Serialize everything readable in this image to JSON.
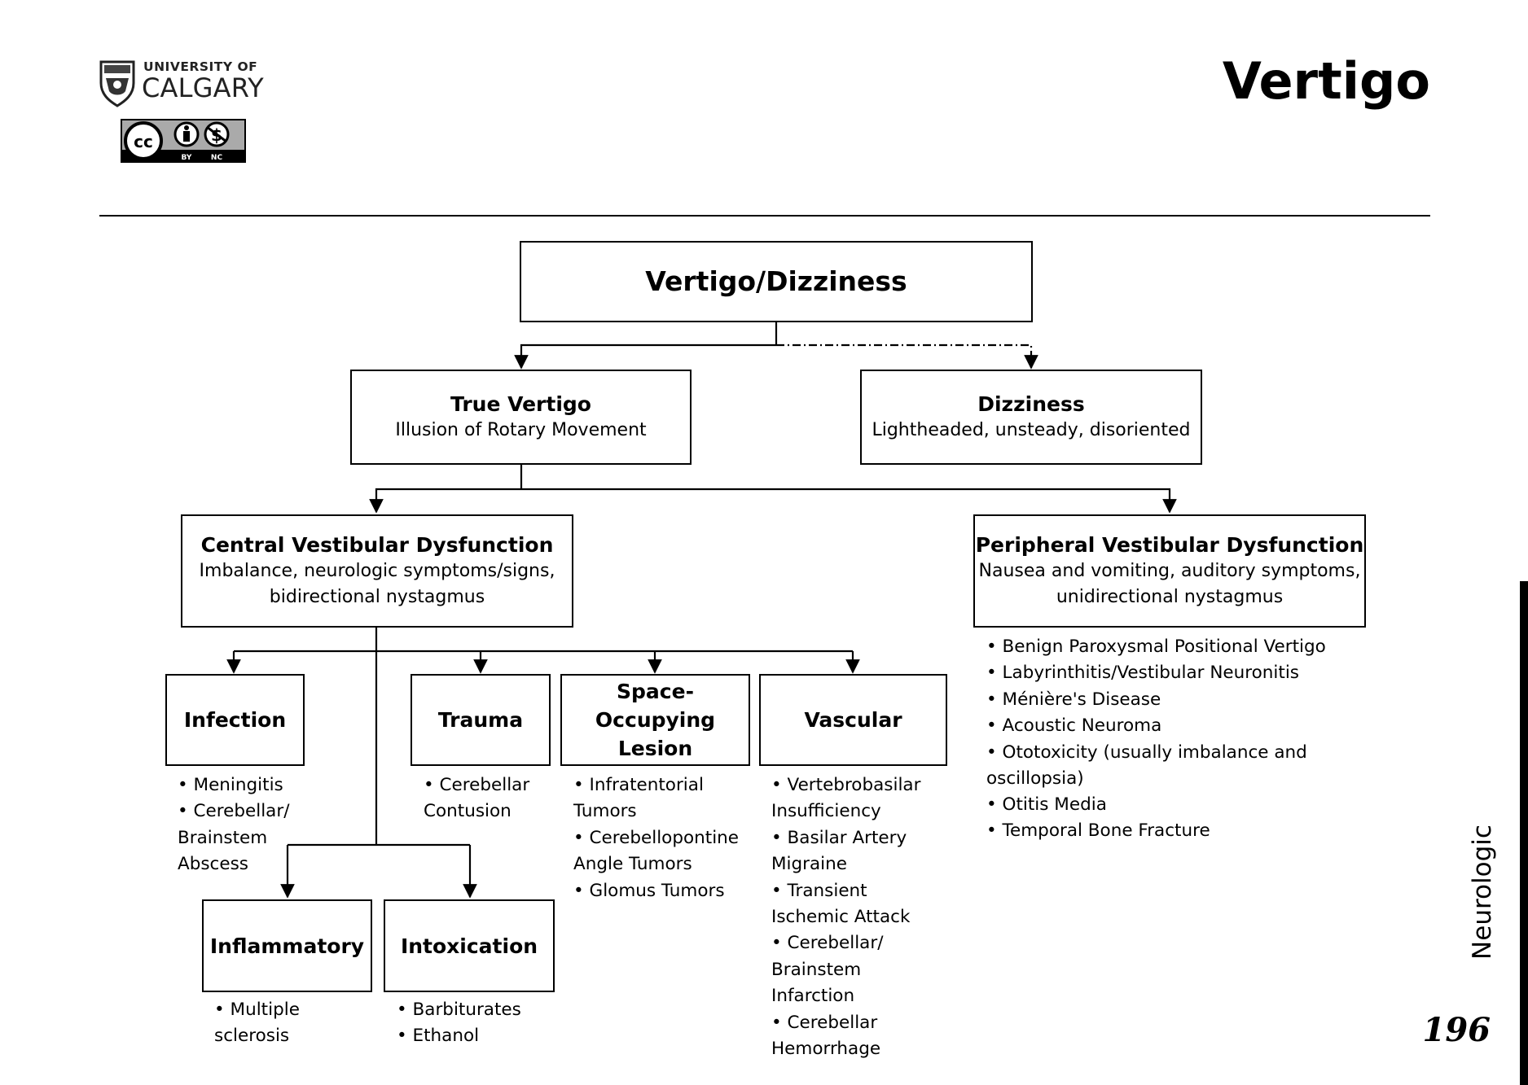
{
  "header": {
    "logo_line1": "UNIVERSITY OF",
    "logo_line2": "CALGARY",
    "license_labels": [
      "BY",
      "NC"
    ],
    "title": "Vertigo"
  },
  "sidebar": {
    "section": "Neurologic",
    "page_number": "196"
  },
  "diagram": {
    "root": {
      "title": "Vertigo/Dizziness"
    },
    "true_vertigo": {
      "title": "True Vertigo",
      "subtitle": "Illusion of Rotary Movement"
    },
    "dizziness": {
      "title": "Dizziness",
      "subtitle": "Lightheaded, unsteady, disoriented"
    },
    "central": {
      "title": "Central Vestibular Dysfunction",
      "line1": "Imbalance, neurologic symptoms/signs,",
      "line2": "bidirectional nystagmus"
    },
    "peripheral": {
      "title": "Peripheral Vestibular Dysfunction",
      "line1": "Nausea and vomiting, auditory symptoms,",
      "line2": "unidirectional nystagmus",
      "items": [
        "Benign Paroxysmal Positional Vertigo",
        "Labyrinthitis/Vestibular Neuronitis",
        "Ménière's Disease",
        "Acoustic Neuroma",
        "Ototoxicity (usually imbalance and",
        "oscillopsia)",
        "Otitis Media",
        "Temporal Bone Fracture"
      ]
    },
    "infection": {
      "title": "Infection",
      "items": [
        "Meningitis",
        "Cerebellar/",
        "Brainstem",
        "Abscess"
      ]
    },
    "trauma": {
      "title": "Trauma",
      "items": [
        "Cerebellar",
        "Contusion"
      ]
    },
    "space": {
      "title_lines": [
        "Space-",
        "Occupying",
        "Lesion"
      ],
      "items": [
        "Infratentorial",
        "Tumors",
        "Cerebellopontine",
        "Angle Tumors",
        "Glomus Tumors"
      ]
    },
    "vascular": {
      "title": "Vascular",
      "items": [
        "Vertebrobasilar",
        "Insufficiency",
        "Basilar Artery",
        "Migraine",
        "Transient",
        "Ischemic Attack",
        "Cerebellar/",
        "Brainstem",
        "Infarction",
        "Cerebellar",
        "Hemorrhage"
      ]
    },
    "inflammatory": {
      "title": "Inflammatory",
      "items": [
        "Multiple",
        "sclerosis"
      ]
    },
    "intoxication": {
      "title": "Intoxication",
      "items": [
        "Barbiturates",
        "Ethanol"
      ]
    }
  }
}
